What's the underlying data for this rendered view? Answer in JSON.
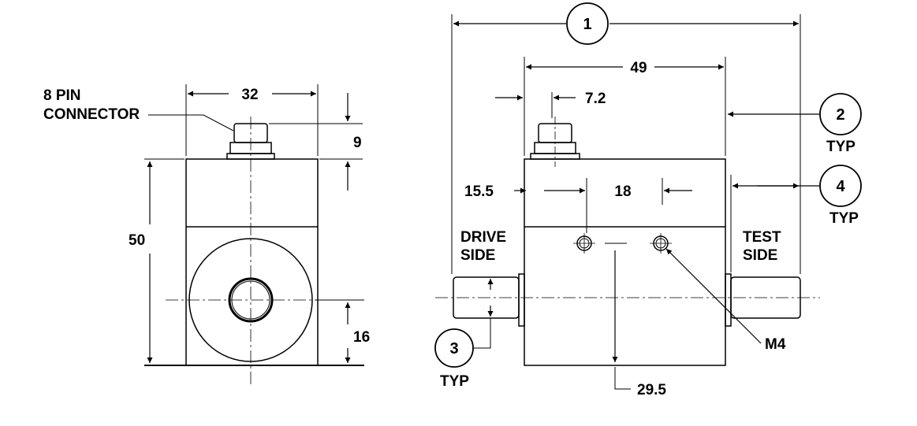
{
  "front_view": {
    "connector_label_line1": "8 PIN",
    "connector_label_line2": "CONNECTOR",
    "width_dim": "32",
    "connector_height_dim": "9",
    "body_height_dim": "50",
    "shaft_center_height_dim": "16"
  },
  "side_view": {
    "overall_length_callout": "1",
    "body_length_dim": "49",
    "connector_offset_dim": "7.2",
    "shaft_length_callout": "2",
    "shaft_length_typ": "TYP",
    "shaft_flat_callout": "4",
    "shaft_flat_typ": "TYP",
    "hole_offset_dim": "15.5",
    "hole_spacing_dim": "18",
    "drive_side_line1": "DRIVE",
    "drive_side_line2": "SIDE",
    "test_side_line1": "TEST",
    "test_side_line2": "SIDE",
    "shaft_dia_callout": "3",
    "shaft_dia_typ": "TYP",
    "thread_label": "M4",
    "hole_height_dim": "29.5"
  }
}
